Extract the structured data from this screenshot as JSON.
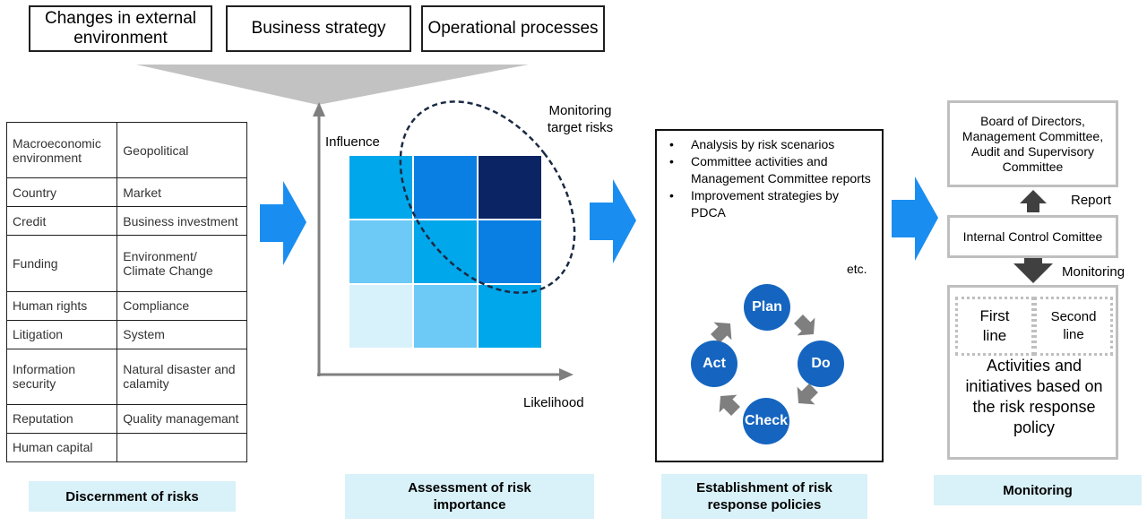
{
  "top_boxes": [
    {
      "label": "Changes in external environment"
    },
    {
      "label": "Business strategy"
    },
    {
      "label": "Operational processes"
    }
  ],
  "risk_table": {
    "rows": [
      [
        "Macroeconomic environment",
        "Geopolitical"
      ],
      [
        "Country",
        "Market"
      ],
      [
        "Credit",
        "Business investment"
      ],
      [
        "Funding",
        "Environment/ Climate Change"
      ],
      [
        "Human rights",
        "Compliance"
      ],
      [
        "Litigation",
        "System"
      ],
      [
        "Information security",
        "Natural disaster and calamity"
      ],
      [
        "Reputation",
        "Quality managemant"
      ],
      [
        "Human capital",
        ""
      ]
    ]
  },
  "matrix": {
    "y_label": "Influence",
    "x_label": "Likelihood",
    "monitoring_label": "Monitoring target risks",
    "colors": [
      [
        "#00a7ea",
        "#0a7fe3",
        "#0b2463"
      ],
      [
        "#6dc9f6",
        "#00a7ea",
        "#0a7fe3"
      ],
      [
        "#d8f2fb",
        "#6dc9f6",
        "#00a7ea"
      ]
    ]
  },
  "policies": {
    "items": [
      "Analysis by risk scenarios",
      "Committee activities and Management Committee reports",
      "Improvement strategies by PDCA"
    ],
    "etc": "etc.",
    "pdca": {
      "plan": "Plan",
      "do": "Do",
      "check": "Check",
      "act": "Act"
    }
  },
  "monitoring": {
    "board": "Board of Directors, Management Committee, Audit and Supervisory Committee",
    "report": "Report",
    "internal_control": "Internal Control Comittee",
    "monitoring_label": "Monitoring",
    "first_line": "First line",
    "second_line": "Second line",
    "activities": "Activities and initiatives based on the risk response policy"
  },
  "captions": {
    "discernment": "Discernment of risks",
    "assessment": "Assessment of risk importance",
    "establishment": "Establishment of  risk response policies",
    "monitoring": "Monitoring"
  },
  "colors": {
    "flow_arrow": "#1a8ef0",
    "caption_bg": "#d9f1f8",
    "pdca_circle": "#1565c0",
    "gray_arrow": "#7f7f7f"
  }
}
